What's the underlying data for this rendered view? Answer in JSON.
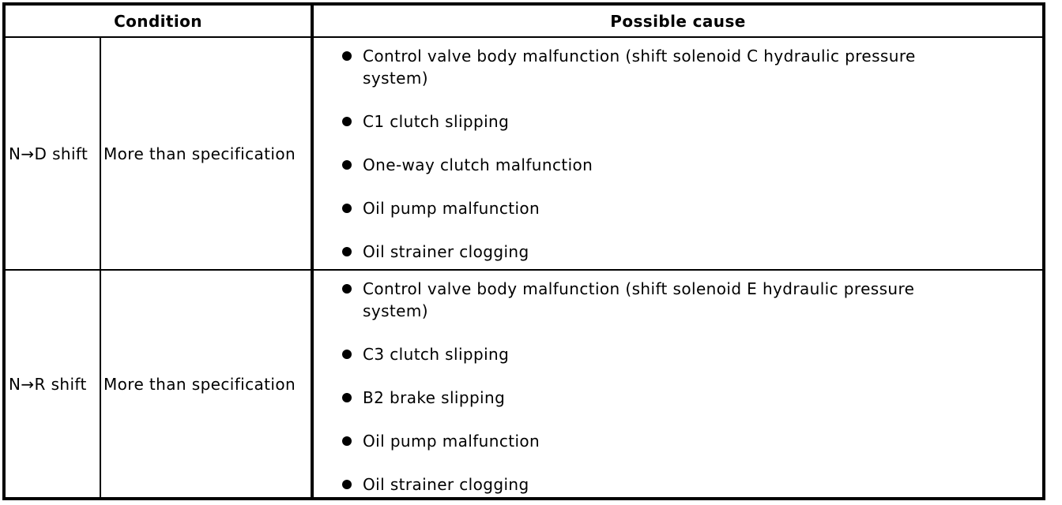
{
  "table": {
    "headers": {
      "condition": "Condition",
      "possible_cause": "Possible cause"
    },
    "rows": [
      {
        "shift": "N→D shift",
        "condition": "More than specification",
        "causes": [
          "Control valve body malfunction (shift solenoid C hydraulic pressure system)",
          "C1 clutch slipping",
          "One-way clutch malfunction",
          "Oil pump malfunction",
          "Oil strainer clogging"
        ]
      },
      {
        "shift": "N→R shift",
        "condition": "More than specification",
        "causes": [
          "Control valve body malfunction (shift solenoid E hydraulic pressure system)",
          "C3 clutch slipping",
          "B2 brake slipping",
          "Oil pump malfunction",
          "Oil strainer clogging"
        ]
      }
    ],
    "colors": {
      "border": "#000000",
      "text": "#000000",
      "background": "#ffffff"
    }
  }
}
